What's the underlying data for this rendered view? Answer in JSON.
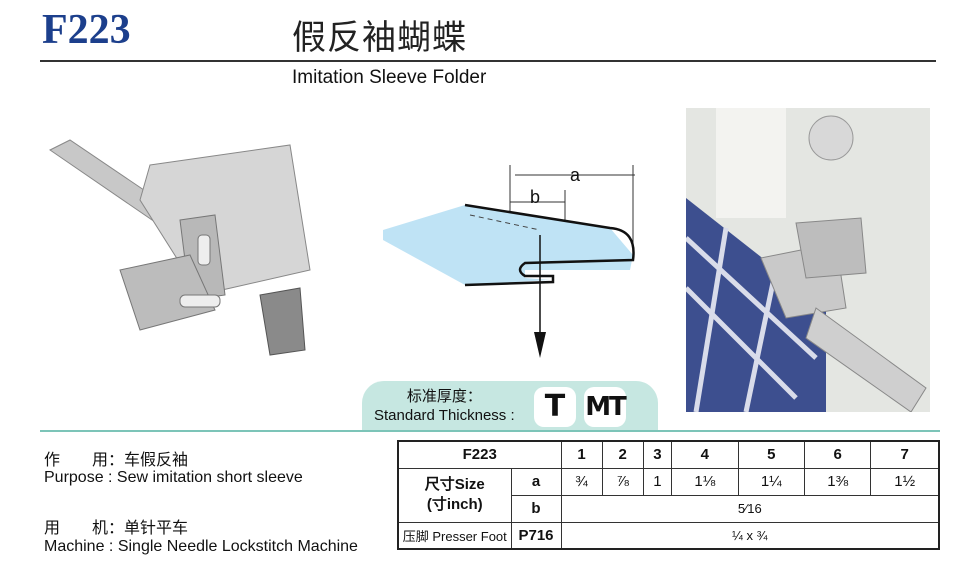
{
  "header": {
    "code": "F223",
    "title_zh": "假反袖蝴蝶",
    "title_en": "Imitation Sleeve Folder"
  },
  "diagram": {
    "label_a": "a",
    "label_b": "b"
  },
  "thickness": {
    "label_zh": "标准厚度：",
    "label_en": "Standard Thickness :",
    "badges": [
      "T",
      "MT"
    ]
  },
  "info": {
    "purpose_zh": "作　　用：车假反袖",
    "purpose_en": "Purpose : Sew imitation short sleeve",
    "machine_zh": "用　　机：单针平车",
    "machine_en": "Machine :  Single Needle Lockstitch Machine"
  },
  "table": {
    "model": "F223",
    "columns": [
      "1",
      "2",
      "3",
      "4",
      "5",
      "6",
      "7"
    ],
    "size_label": "尺寸Size",
    "size_unit": "(寸inch)",
    "a_label": "a",
    "a_values": [
      "¾",
      "⅞",
      "1",
      "1⅛",
      "1¼",
      "1⅜",
      "1½"
    ],
    "b_label": "b",
    "b_value": "5⁄16",
    "foot_label": "压脚 Presser Foot",
    "foot_model": "P716",
    "foot_value": "¼ x ¾"
  },
  "colors": {
    "brand": "#1c3f8c",
    "accent": "#c6e7e1",
    "fabric": "#bfe3f5"
  }
}
